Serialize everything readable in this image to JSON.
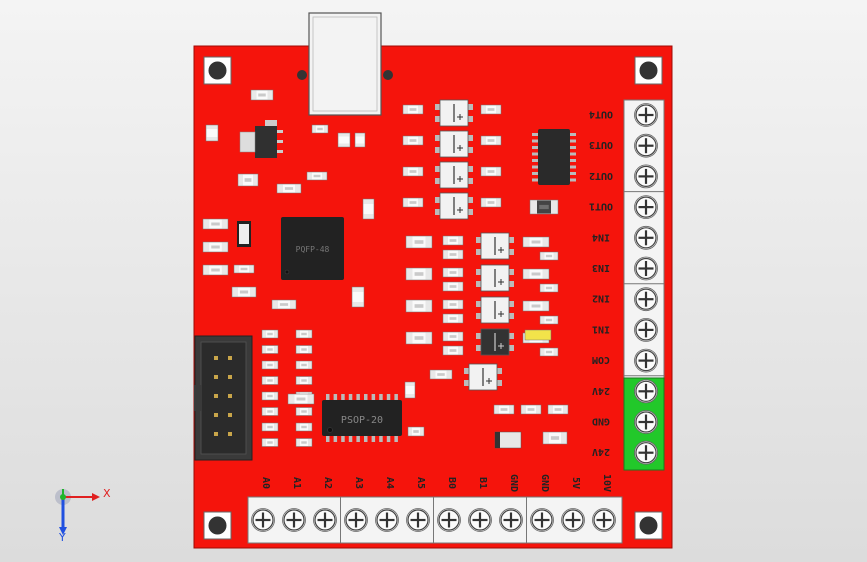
{
  "ic_labels": {
    "qfp": "PQFP-48",
    "sop": "PSOP-20"
  },
  "right_terminal_labels": [
    "OUT4",
    "OUT3",
    "OUT2",
    "OUT1",
    "IN4",
    "IN3",
    "IN2",
    "IN1",
    "COM",
    "24V",
    "GND",
    "24V"
  ],
  "bottom_terminal_labels": [
    "A0",
    "A1",
    "A2",
    "A3",
    "A4",
    "A5",
    "B0",
    "B1",
    "GND",
    "GND",
    "5V",
    "10V"
  ],
  "axes": {
    "x": "X",
    "y": "Y"
  },
  "colors": {
    "board": "#f5140c",
    "terminal_white": "#f4f4f4",
    "terminal_green": "#22c82a",
    "connector_dark": "#3b3b3b",
    "triad_green": "#1fb52a",
    "triad_red": "#e02020",
    "triad_blue": "#2050e0"
  }
}
